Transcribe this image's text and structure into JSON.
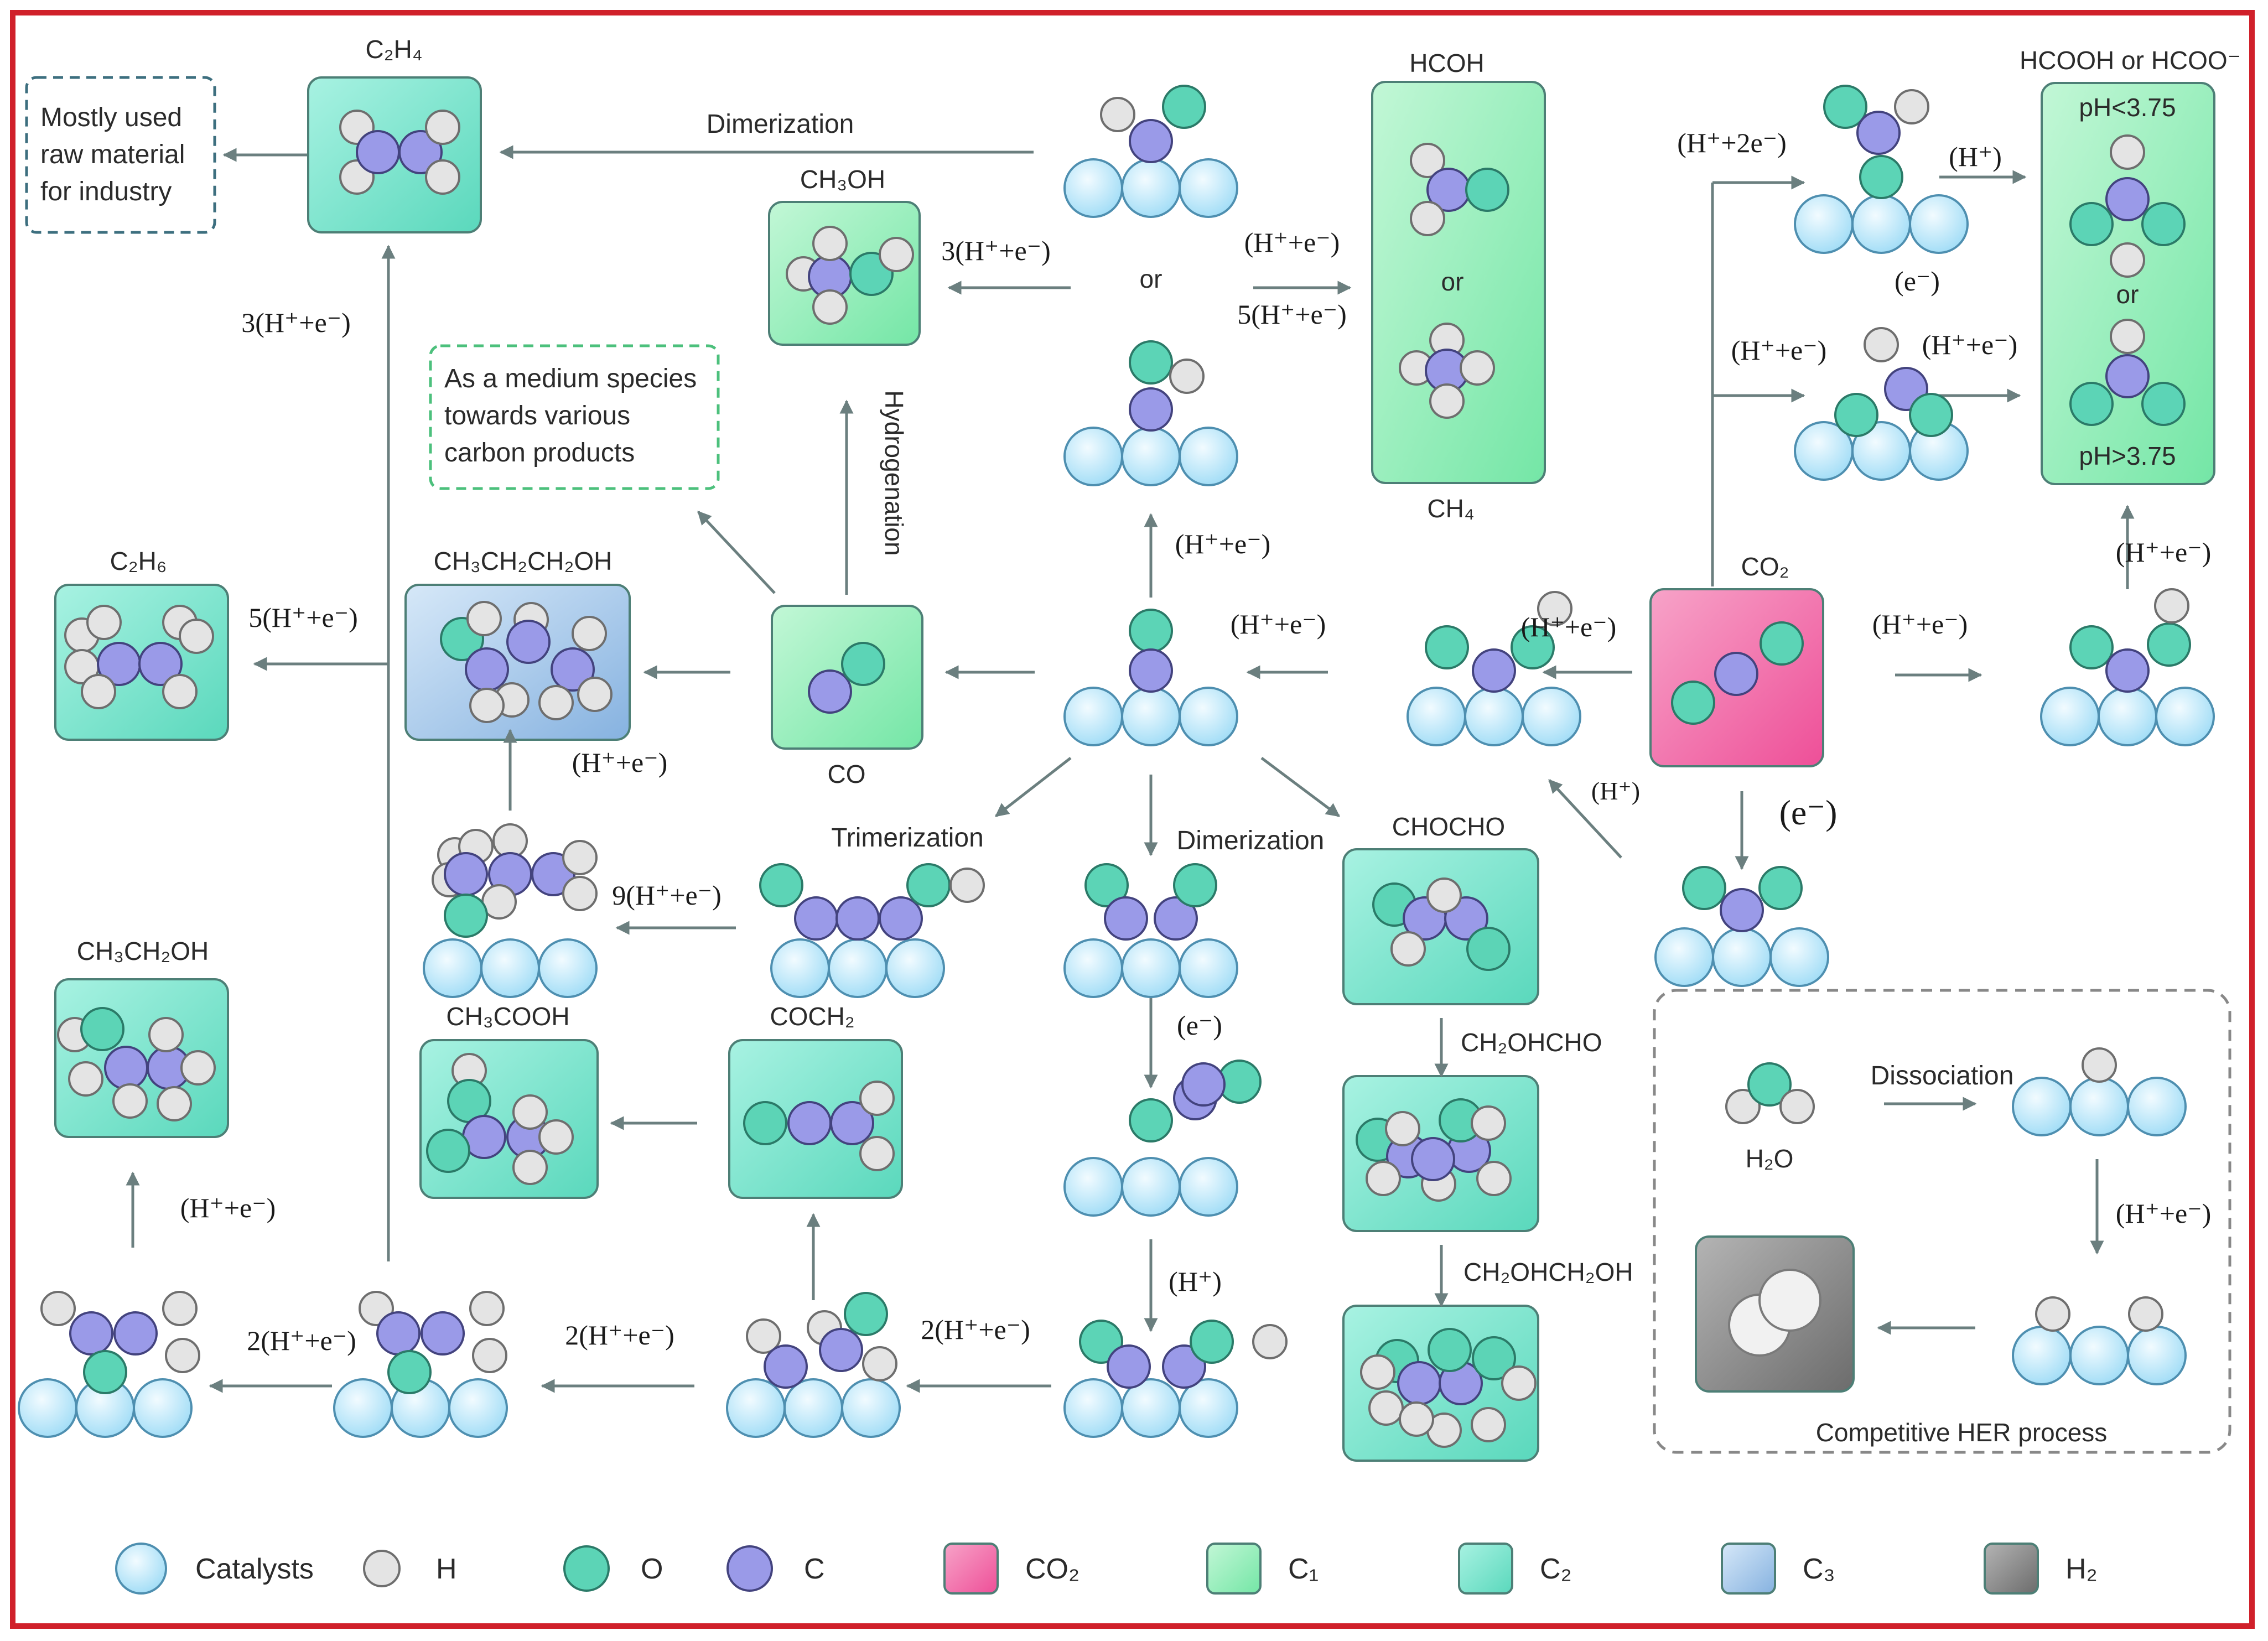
{
  "colors": {
    "catalyst": "#bfe9fb",
    "catalyst_stroke": "#4e8fb0",
    "hydrogen": "#e4e4e4",
    "hydrogen_stroke": "#6e6e6e",
    "oxygen": "#5cd4b6",
    "oxygen_stroke": "#2b7a68",
    "carbon": "#9a9ae8",
    "carbon_stroke": "#43437e",
    "co2_box": "#f26aa8",
    "c1_box": "#8ef0b8",
    "c2_box": "#76e8d0",
    "c3_box": "#9cc4ea",
    "h2_box": "#8e8e8e",
    "arrow": "#6b7f7f",
    "border": "#d0202a"
  },
  "notes": {
    "industry": [
      "Mostly used",
      "raw material",
      "for industry"
    ],
    "medium": [
      "As a medium species",
      "towards various",
      "carbon products"
    ]
  },
  "products": {
    "c2h4": "C₂H₄",
    "ch3oh": "CH₃OH",
    "hcoh": "HCOH",
    "or_text": "or",
    "ch4": "CH₄",
    "hcooh": "HCOOH or HCOO⁻",
    "ph_low": "pH<3.75",
    "ph_high": "pH>3.75",
    "c2h6": "C₂H₆",
    "ch3ch2ch2oh": "CH₃CH₂CH₂OH",
    "co": "CO",
    "co2": "CO₂",
    "ch3ch2oh": "CH₃CH₂OH",
    "ch3cooh": "CH₃COOH",
    "coch2": "COCH₂",
    "chocho": "CHOCHO",
    "ch2ohcho": "CH₂OHCHO",
    "ch2ohch2oh": "CH₂OHCH₂OH",
    "h2o": "H₂O"
  },
  "steps": {
    "dimerization_top": "Dimerization",
    "three_he_left": "3(H⁺+e⁻)",
    "three_he_ch3oh": "3(H⁺+e⁻)",
    "he_to_hcoh": "(H⁺+e⁻)",
    "five_he_to_ch4": "5(H⁺+e⁻)",
    "h_2e": "(H⁺+2e⁻)",
    "h_plus_top": "(H⁺)",
    "e_minus_small": "(e⁻)",
    "he_right_a": "(H⁺+e⁻)",
    "he_right_b": "(H⁺+e⁻)",
    "hydrogenation": "Hydrogenation",
    "he_up_center": "(H⁺+e⁻)",
    "five_he_c2h6": "5(H⁺+e⁻)",
    "he_center_left": "(H⁺+e⁻)",
    "he_cooh": "(H⁺+e⁻)",
    "he_co2_right": "(H⁺+e⁻)",
    "he_up_right": "(H⁺+e⁻)",
    "he_propanol": "(H⁺+e⁻)",
    "h_plus_diag": "(H⁺)",
    "e_minus_big": "(e⁻)",
    "trimerization": "Trimerization",
    "dimerization_mid": "Dimerization",
    "nine_he": "9(H⁺+e⁻)",
    "e_minus_mid": "(e⁻)",
    "he_ethanol": "(H⁺+e⁻)",
    "h_plus_mid": "(H⁺)",
    "two_he_a": "2(H⁺+e⁻)",
    "two_he_b": "2(H⁺+e⁻)",
    "two_he_c": "2(H⁺+e⁻)",
    "dissociation": "Dissociation",
    "he_her": "(H⁺+e⁻)",
    "her_title": "Competitive HER process"
  },
  "legend": [
    {
      "label": "Catalysts",
      "kind": "catalyst"
    },
    {
      "label": "H",
      "kind": "hydrogen"
    },
    {
      "label": "O",
      "kind": "oxygen"
    },
    {
      "label": "C",
      "kind": "carbon"
    },
    {
      "label": "CO₂",
      "kind": "co2_box"
    },
    {
      "label": "C₁",
      "kind": "c1_box"
    },
    {
      "label": "C₂",
      "kind": "c2_box"
    },
    {
      "label": "C₃",
      "kind": "c3_box"
    },
    {
      "label": "H₂",
      "kind": "h2_box"
    }
  ]
}
